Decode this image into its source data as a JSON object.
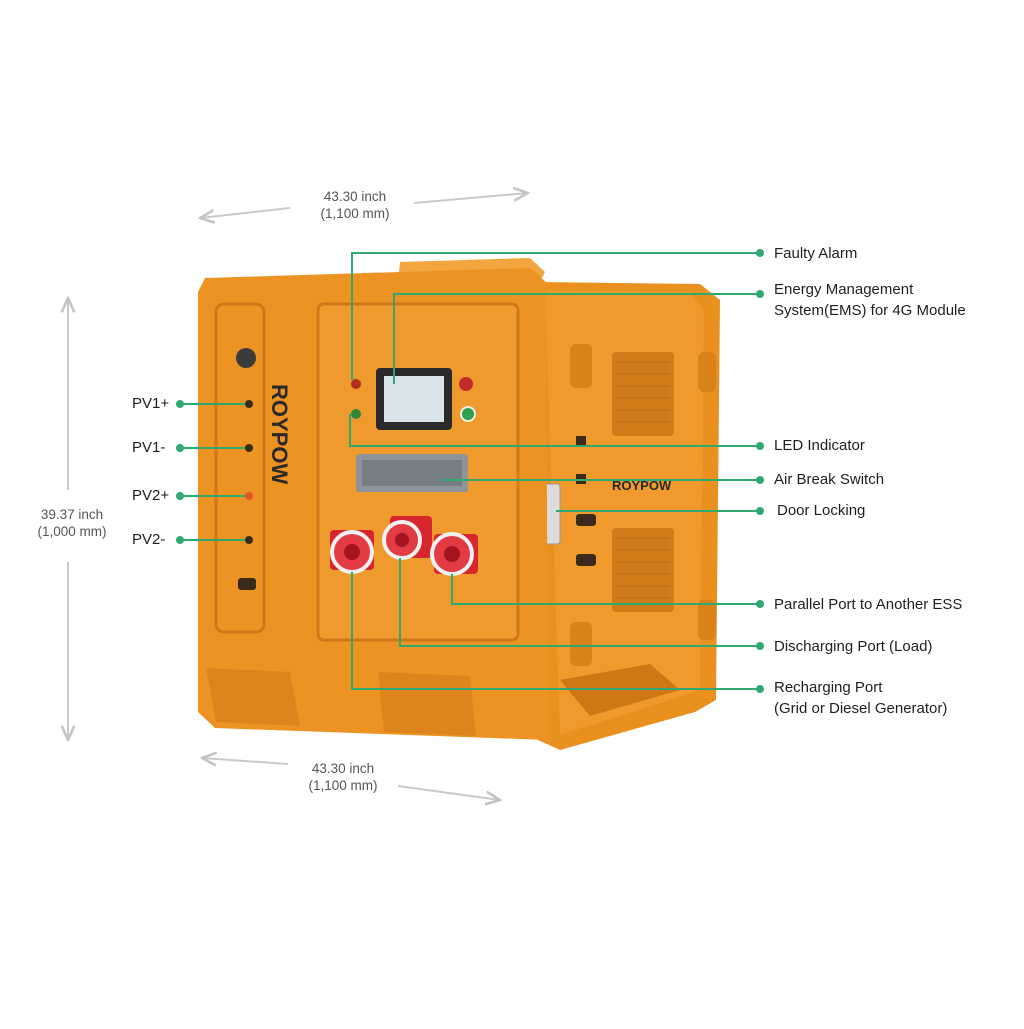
{
  "brand": "ROYPOW",
  "colors": {
    "leader": "#2fa872",
    "body": "#ec9323",
    "frame": "#d67a18",
    "port_red": "#d8262e"
  },
  "dimensions": {
    "top_width": {
      "inch": "43.30 inch",
      "mm": "(1,100 mm)"
    },
    "bottom_width": {
      "inch": "43.30 inch",
      "mm": "(1,100 mm)"
    },
    "height": {
      "inch": "39.37 inch",
      "mm": "(1,000 mm)"
    }
  },
  "left_callouts": [
    "PV1+",
    "PV1-",
    "PV2+",
    "PV2-"
  ],
  "right_callouts": [
    {
      "line1": "Faulty Alarm"
    },
    {
      "line1": "Energy Management",
      "line2": "System(EMS) for 4G Module"
    },
    {
      "line1": "LED Indicator"
    },
    {
      "line1": "Air Break Switch"
    },
    {
      "line1": "Door Locking"
    },
    {
      "line1": "Parallel Port to Another ESS"
    },
    {
      "line1": "Discharging Port (Load)"
    },
    {
      "line1": "Recharging Port",
      "line2": "(Grid or Diesel Generator)"
    }
  ]
}
